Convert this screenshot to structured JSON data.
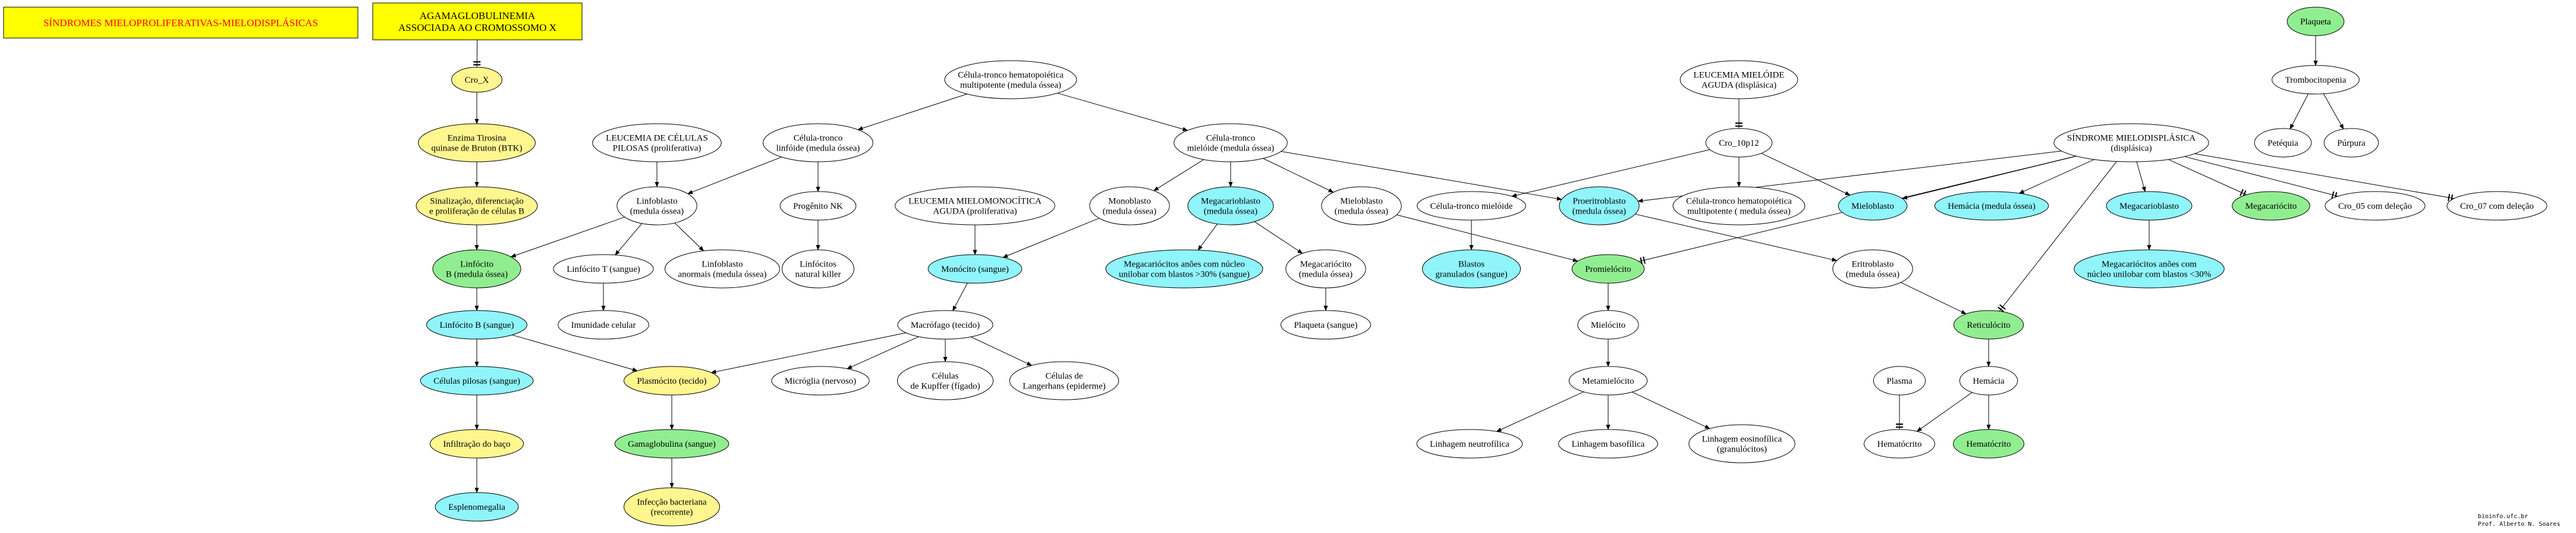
{
  "colors": {
    "white": "#ffffff",
    "yellow": "#fff68f",
    "green": "#90ee90",
    "cyan": "#8ff5fb",
    "title_fill": "#ffff00",
    "title_text": "#ff0000"
  },
  "boxes": [
    {
      "id": "title1",
      "lines": [
        "SÍNDROMES MIELOPROLIFERATIVAS-MIELODISPLÁSICAS"
      ],
      "text_color": "title_text"
    },
    {
      "id": "title2",
      "lines": [
        "AGAMAGLOBULINEMIA",
        "ASSOCIADA AO CROMOSSOMO X"
      ],
      "text_color": "black"
    }
  ],
  "nodes": [
    {
      "id": "cro_x",
      "lines": [
        "Cro_X"
      ],
      "fill": "yellow"
    },
    {
      "id": "btk",
      "lines": [
        "Enzima Tirosina",
        "quinase de Bruton (BTK)"
      ],
      "fill": "yellow"
    },
    {
      "id": "sinal",
      "lines": [
        "Sinalização, diferenciação",
        "e proliferação de células B"
      ],
      "fill": "yellow"
    },
    {
      "id": "linfB_med",
      "lines": [
        "Linfócito",
        "B (medula óssea)"
      ],
      "fill": "green"
    },
    {
      "id": "linfB_sang",
      "lines": [
        "Linfócito B (sangue)"
      ],
      "fill": "cyan"
    },
    {
      "id": "cel_pilosas",
      "lines": [
        "Células pilosas (sangue)"
      ],
      "fill": "cyan"
    },
    {
      "id": "infiltr",
      "lines": [
        "Infiltração do baço"
      ],
      "fill": "yellow"
    },
    {
      "id": "esplen",
      "lines": [
        "Esplenomegalia"
      ],
      "fill": "cyan"
    },
    {
      "id": "leuc_pil",
      "lines": [
        "LEUCEMIA DE CÉLULAS",
        "PILOSAS (proliferativa)"
      ],
      "fill": "white"
    },
    {
      "id": "linfoblasto",
      "lines": [
        "Linfoblasto",
        "(medula óssea)"
      ],
      "fill": "white"
    },
    {
      "id": "linfT",
      "lines": [
        "Linfócito T (sangue)"
      ],
      "fill": "white"
    },
    {
      "id": "imun",
      "lines": [
        "Imunidade celular"
      ],
      "fill": "white"
    },
    {
      "id": "linfo_anorm",
      "lines": [
        "Linfoblasto",
        "anormais (medula óssea)"
      ],
      "fill": "white"
    },
    {
      "id": "ct_hemato",
      "lines": [
        "Célula-tronco hematopoiética",
        "multipotente (medula óssea)"
      ],
      "fill": "white"
    },
    {
      "id": "ct_linf",
      "lines": [
        "Célula-tronco",
        "linfóide (medula óssea)"
      ],
      "fill": "white"
    },
    {
      "id": "prog_nk",
      "lines": [
        "Progênito NK"
      ],
      "fill": "white"
    },
    {
      "id": "linf_nk",
      "lines": [
        "Linfócitos",
        "natural killer"
      ],
      "fill": "white"
    },
    {
      "id": "leuc_mono",
      "lines": [
        "LEUCEMIA MIELOMONOCÍTICA",
        "AGUDA (proliferativa)"
      ],
      "fill": "white"
    },
    {
      "id": "monocito",
      "lines": [
        "Monócito (sangue)"
      ],
      "fill": "cyan"
    },
    {
      "id": "macrofago",
      "lines": [
        "Macrófago (tecido)"
      ],
      "fill": "white"
    },
    {
      "id": "plasmocito",
      "lines": [
        "Plasmócito (tecido)"
      ],
      "fill": "yellow"
    },
    {
      "id": "gamaglob",
      "lines": [
        "Gamaglobulina (sangue)"
      ],
      "fill": "green"
    },
    {
      "id": "infeccao",
      "lines": [
        "Infecção bacteriana",
        "(recorrente)"
      ],
      "fill": "yellow"
    },
    {
      "id": "microglia",
      "lines": [
        "Micróglia (nervoso)"
      ],
      "fill": "white"
    },
    {
      "id": "kupffer",
      "lines": [
        "Células",
        "de Kupffer (fígado)"
      ],
      "fill": "white"
    },
    {
      "id": "langerhans",
      "lines": [
        "Células de",
        "Langerhans (epiderme)"
      ],
      "fill": "white"
    },
    {
      "id": "ct_mieloide",
      "lines": [
        "Célula-tronco",
        "mielóide (medula óssea)"
      ],
      "fill": "white"
    },
    {
      "id": "monoblasto",
      "lines": [
        "Monoblasto",
        "(medula óssea)"
      ],
      "fill": "white"
    },
    {
      "id": "megacarioblasto1",
      "lines": [
        "Megacarioblasto",
        "(medula óssea)"
      ],
      "fill": "cyan"
    },
    {
      "id": "megac_anoes1",
      "lines": [
        "Megacariócitos anões com núcleo",
        "unilobar com blastos >30% (sangue)"
      ],
      "fill": "cyan"
    },
    {
      "id": "megacariocito_med",
      "lines": [
        "Megacariócito",
        "(medula óssea)"
      ],
      "fill": "white"
    },
    {
      "id": "plaqueta_sang",
      "lines": [
        "Plaqueta (sangue)"
      ],
      "fill": "white"
    },
    {
      "id": "mieloblasto_med",
      "lines": [
        "Mieloblasto",
        "(medula óssea)"
      ],
      "fill": "white"
    },
    {
      "id": "ct_mieloide2",
      "lines": [
        "Célula-tronco mielóide"
      ],
      "fill": "white"
    },
    {
      "id": "blastos",
      "lines": [
        "Blastos",
        "granulados (sangue)"
      ],
      "fill": "cyan"
    },
    {
      "id": "promielocito",
      "lines": [
        "Promielócito"
      ],
      "fill": "green"
    },
    {
      "id": "mielocito",
      "lines": [
        "Mielócito"
      ],
      "fill": "white"
    },
    {
      "id": "metamielocito",
      "lines": [
        "Metamielócito"
      ],
      "fill": "white"
    },
    {
      "id": "lin_neutro",
      "lines": [
        "Linhagem neutrofílica"
      ],
      "fill": "white"
    },
    {
      "id": "lin_baso",
      "lines": [
        "Linhagem basofílica"
      ],
      "fill": "white"
    },
    {
      "id": "lin_eosino",
      "lines": [
        "Linhagem eosinofílica",
        "(granulócitos)"
      ],
      "fill": "white"
    },
    {
      "id": "proeritro",
      "lines": [
        "Proeritroblasto",
        "(medula óssea)"
      ],
      "fill": "cyan"
    },
    {
      "id": "eritroblasto",
      "lines": [
        "Eritroblasto",
        "(medula óssea)"
      ],
      "fill": "white"
    },
    {
      "id": "reticulocito",
      "lines": [
        "Reticulócito"
      ],
      "fill": "green"
    },
    {
      "id": "hemacia",
      "lines": [
        "Hemácia"
      ],
      "fill": "white"
    },
    {
      "id": "plasma",
      "lines": [
        "Plasma"
      ],
      "fill": "white"
    },
    {
      "id": "hematocrito1",
      "lines": [
        "Hematócrito"
      ],
      "fill": "white"
    },
    {
      "id": "hematocrito2",
      "lines": [
        "Hematócrito"
      ],
      "fill": "green"
    },
    {
      "id": "leuc_mieloide",
      "lines": [
        "LEUCEMIA MIELÓIDE",
        "AGUDA (displásica)"
      ],
      "fill": "white"
    },
    {
      "id": "cro_10p12",
      "lines": [
        "Cro_10p12"
      ],
      "fill": "white"
    },
    {
      "id": "ct_hemato2",
      "lines": [
        "Célula-tronco hematopoiética",
        "multipotente ( medula óssea)"
      ],
      "fill": "white"
    },
    {
      "id": "mieloblasto2",
      "lines": [
        "Mieloblasto"
      ],
      "fill": "cyan"
    },
    {
      "id": "sind_mielo",
      "lines": [
        "SÍNDROME MIELODISPLÁSICA",
        "(displásica)"
      ],
      "fill": "white"
    },
    {
      "id": "hemacia_med",
      "lines": [
        "Hemácia (medula óssea)"
      ],
      "fill": "cyan"
    },
    {
      "id": "megacarioblasto2",
      "lines": [
        "Megacarioblasto"
      ],
      "fill": "cyan"
    },
    {
      "id": "megac_anoes2",
      "lines": [
        "Megacariócitos anões com",
        "núcleo unilobar com blastos <30%"
      ],
      "fill": "cyan"
    },
    {
      "id": "megacariocito2",
      "lines": [
        "Megacariócito"
      ],
      "fill": "green"
    },
    {
      "id": "cro_05",
      "lines": [
        "Cro_05 com deleção"
      ],
      "fill": "white"
    },
    {
      "id": "cro_07",
      "lines": [
        "Cro_07 com deleção"
      ],
      "fill": "white"
    },
    {
      "id": "plaqueta",
      "lines": [
        "Plaqueta"
      ],
      "fill": "green"
    },
    {
      "id": "tromboc",
      "lines": [
        "Trombocitopenia"
      ],
      "fill": "white"
    },
    {
      "id": "peteq",
      "lines": [
        "Petéquia"
      ],
      "fill": "white"
    },
    {
      "id": "purpura",
      "lines": [
        "Púrpura"
      ],
      "fill": "white"
    }
  ],
  "edges": [
    {
      "from": "title2",
      "to": "cro_x",
      "style": "tee"
    },
    {
      "from": "cro_x",
      "to": "btk",
      "style": "arrow"
    },
    {
      "from": "btk",
      "to": "sinal",
      "style": "arrow"
    },
    {
      "from": "sinal",
      "to": "linfB_med",
      "style": "arrow"
    },
    {
      "from": "linfB_med",
      "to": "linfB_sang",
      "style": "arrow"
    },
    {
      "from": "linfB_sang",
      "to": "cel_pilosas",
      "style": "arrow"
    },
    {
      "from": "linfB_sang",
      "to": "plasmocito",
      "style": "arrow"
    },
    {
      "from": "cel_pilosas",
      "to": "infiltr",
      "style": "arrow"
    },
    {
      "from": "infiltr",
      "to": "esplen",
      "style": "arrow"
    },
    {
      "from": "leuc_pil",
      "to": "linfoblasto",
      "style": "arrow"
    },
    {
      "from": "ct_linf",
      "to": "linfoblasto",
      "style": "arrow"
    },
    {
      "from": "ct_linf",
      "to": "prog_nk",
      "style": "arrow"
    },
    {
      "from": "prog_nk",
      "to": "linf_nk",
      "style": "arrow"
    },
    {
      "from": "linfoblasto",
      "to": "linfB_med",
      "style": "arrow"
    },
    {
      "from": "linfoblasto",
      "to": "linfT",
      "style": "arrow"
    },
    {
      "from": "linfoblasto",
      "to": "linfo_anorm",
      "style": "arrow"
    },
    {
      "from": "linfT",
      "to": "imun",
      "style": "arrow"
    },
    {
      "from": "ct_hemato",
      "to": "ct_linf",
      "style": "arrow"
    },
    {
      "from": "ct_hemato",
      "to": "ct_mieloide",
      "style": "arrow"
    },
    {
      "from": "ct_mieloide",
      "to": "monoblasto",
      "style": "arrow"
    },
    {
      "from": "ct_mieloide",
      "to": "megacarioblasto1",
      "style": "arrow"
    },
    {
      "from": "ct_mieloide",
      "to": "mieloblasto_med",
      "style": "arrow"
    },
    {
      "from": "ct_mieloide",
      "to": "proeritro",
      "style": "arrow"
    },
    {
      "from": "monoblasto",
      "to": "monocito",
      "style": "arrow"
    },
    {
      "from": "leuc_mono",
      "to": "monocito",
      "style": "arrow"
    },
    {
      "from": "monocito",
      "to": "macrofago",
      "style": "arrow"
    },
    {
      "from": "macrofago",
      "to": "plasmocito",
      "style": "arrow"
    },
    {
      "from": "macrofago",
      "to": "microglia",
      "style": "arrow"
    },
    {
      "from": "macrofago",
      "to": "kupffer",
      "style": "arrow"
    },
    {
      "from": "macrofago",
      "to": "langerhans",
      "style": "arrow"
    },
    {
      "from": "plasmocito",
      "to": "gamaglob",
      "style": "arrow"
    },
    {
      "from": "gamaglob",
      "to": "infeccao",
      "style": "arrow"
    },
    {
      "from": "megacarioblasto1",
      "to": "megac_anoes1",
      "style": "arrow"
    },
    {
      "from": "megacarioblasto1",
      "to": "megacariocito_med",
      "style": "arrow"
    },
    {
      "from": "megacariocito_med",
      "to": "plaqueta_sang",
      "style": "arrow"
    },
    {
      "from": "mieloblasto_med",
      "to": "promielocito",
      "style": "arrow"
    },
    {
      "from": "ct_mieloide2",
      "to": "blastos",
      "style": "arrow"
    },
    {
      "from": "promielocito",
      "to": "mielocito",
      "style": "arrow"
    },
    {
      "from": "mielocito",
      "to": "metamielocito",
      "style": "arrow"
    },
    {
      "from": "metamielocito",
      "to": "lin_neutro",
      "style": "arrow"
    },
    {
      "from": "metamielocito",
      "to": "lin_baso",
      "style": "arrow"
    },
    {
      "from": "metamielocito",
      "to": "lin_eosino",
      "style": "arrow"
    },
    {
      "from": "proeritro",
      "to": "eritroblasto",
      "style": "arrow"
    },
    {
      "from": "eritroblasto",
      "to": "reticulocito",
      "style": "arrow"
    },
    {
      "from": "reticulocito",
      "to": "hemacia",
      "style": "arrow"
    },
    {
      "from": "hemacia",
      "to": "hematocrito1",
      "style": "arrow"
    },
    {
      "from": "hemacia",
      "to": "hematocrito2",
      "style": "arrow"
    },
    {
      "from": "plasma",
      "to": "hematocrito1",
      "style": "tee"
    },
    {
      "from": "leuc_mieloide",
      "to": "cro_10p12",
      "style": "tee"
    },
    {
      "from": "cro_10p12",
      "to": "ct_mieloide2",
      "style": "arrow"
    },
    {
      "from": "cro_10p12",
      "to": "ct_hemato2",
      "style": "arrow"
    },
    {
      "from": "cro_10p12",
      "to": "mieloblasto2",
      "style": "arrow"
    },
    {
      "from": "sind_mielo",
      "to": "proeritro",
      "style": "arrow"
    },
    {
      "from": "sind_mielo",
      "to": "mieloblasto2",
      "style": "arrow"
    },
    {
      "from": "sind_mielo",
      "to": "hemacia_med",
      "style": "arrow"
    },
    {
      "from": "sind_mielo",
      "to": "megacarioblasto2",
      "style": "arrow"
    },
    {
      "from": "sind_mielo",
      "to": "megacariocito2",
      "style": "tee"
    },
    {
      "from": "sind_mielo",
      "to": "cro_05",
      "style": "tee"
    },
    {
      "from": "sind_mielo",
      "to": "cro_07",
      "style": "tee"
    },
    {
      "from": "sind_mielo",
      "to": "promielocito",
      "style": "tee"
    },
    {
      "from": "sind_mielo",
      "to": "reticulocito",
      "style": "tee"
    },
    {
      "from": "megacarioblasto2",
      "to": "megac_anoes2",
      "style": "arrow"
    },
    {
      "from": "plaqueta",
      "to": "tromboc",
      "style": "arrow"
    },
    {
      "from": "tromboc",
      "to": "peteq",
      "style": "arrow"
    },
    {
      "from": "tromboc",
      "to": "purpura",
      "style": "arrow"
    }
  ],
  "credits": [
    "bioinfo.ufc.br",
    "Prof. Alberto N. Soares"
  ]
}
